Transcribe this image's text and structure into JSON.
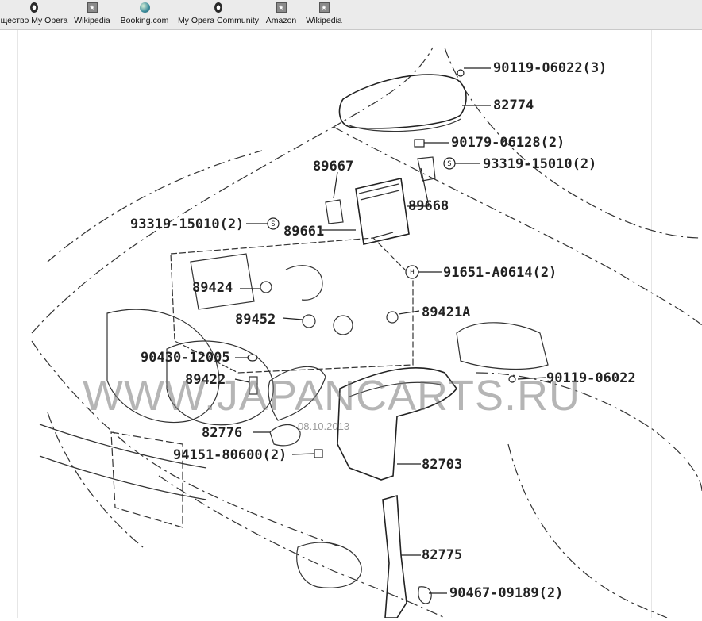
{
  "bookmarks": [
    {
      "label": "щество My Opera",
      "icon": "opera-icon"
    },
    {
      "label": "Wikipedia",
      "icon": "bookmark-icon"
    },
    {
      "label": "Booking.com",
      "icon": "globe-icon"
    },
    {
      "label": "My Opera Community",
      "icon": "opera-icon"
    },
    {
      "label": "Amazon",
      "icon": "bookmark-icon"
    },
    {
      "label": "Wikipedia",
      "icon": "bookmark-icon"
    }
  ],
  "diagram": {
    "watermark": "WWW.JAPANCARTS.RU",
    "date": "08.10.2013",
    "parts": [
      {
        "id": "p1",
        "label": "90119-06022(3)"
      },
      {
        "id": "p2",
        "label": "82774"
      },
      {
        "id": "p3",
        "label": "90179-06128(2)"
      },
      {
        "id": "p4",
        "label": "89667"
      },
      {
        "id": "p5",
        "label": "93319-15010(2)"
      },
      {
        "id": "p6",
        "label": "89668"
      },
      {
        "id": "p7",
        "label": "93319-15010(2)"
      },
      {
        "id": "p8",
        "label": "89661"
      },
      {
        "id": "p9",
        "label": "91651-A0614(2)"
      },
      {
        "id": "p10",
        "label": "89424"
      },
      {
        "id": "p11",
        "label": "89421A"
      },
      {
        "id": "p12",
        "label": "89452"
      },
      {
        "id": "p13",
        "label": "90430-12005"
      },
      {
        "id": "p14",
        "label": "90119-06022"
      },
      {
        "id": "p15",
        "label": "89422"
      },
      {
        "id": "p16",
        "label": "82776"
      },
      {
        "id": "p17",
        "label": "94151-80600(2)"
      },
      {
        "id": "p18",
        "label": "82703"
      },
      {
        "id": "p19",
        "label": "82775"
      },
      {
        "id": "p20",
        "label": "90467-09189(2)"
      }
    ]
  }
}
